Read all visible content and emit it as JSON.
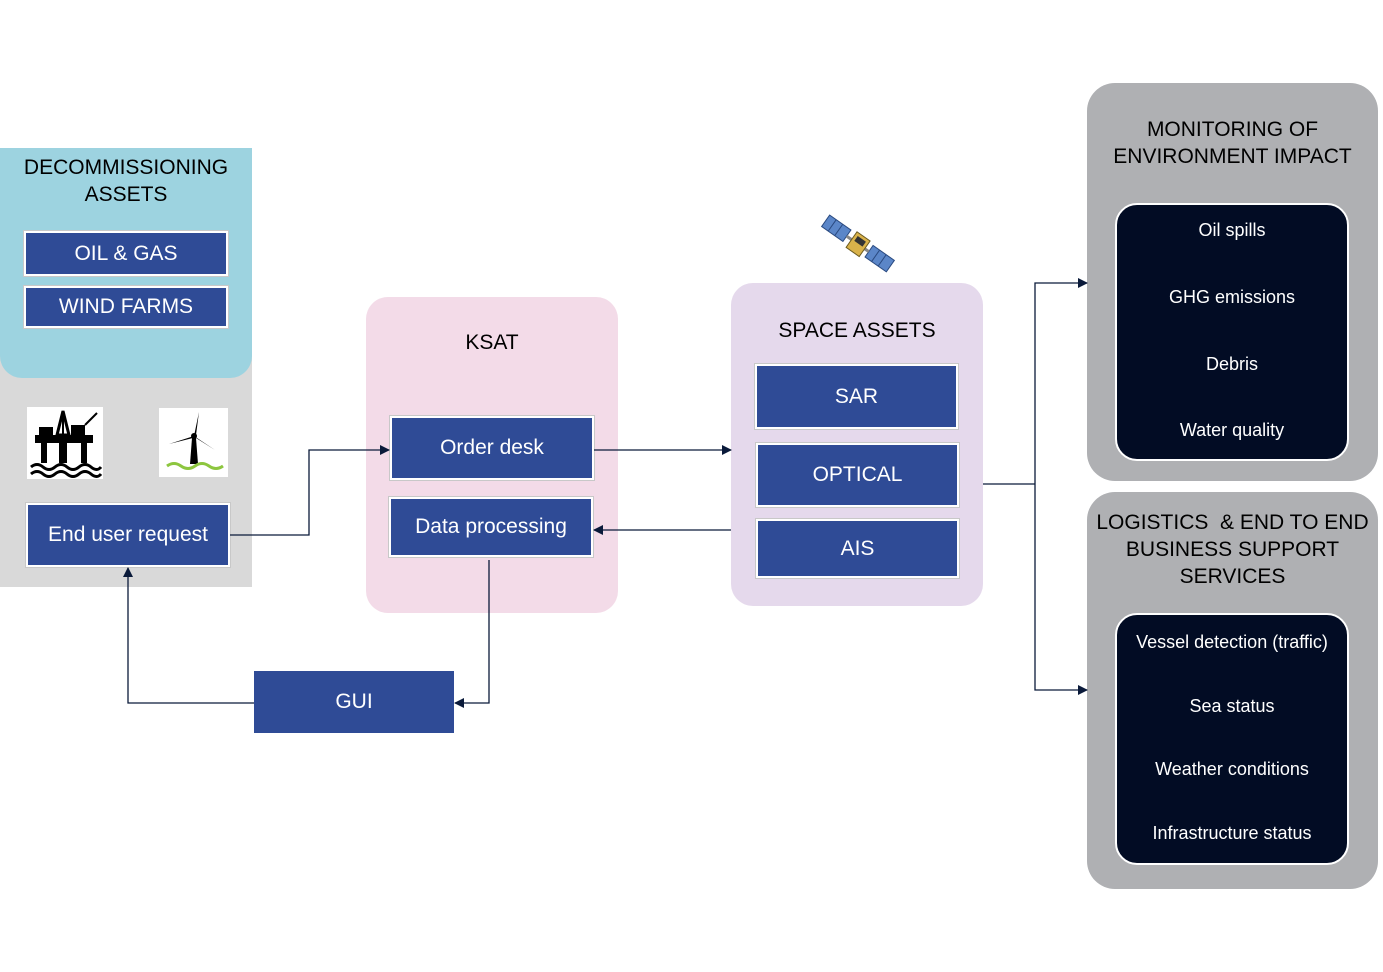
{
  "decommissioning": {
    "title_line1": "DECOMMISSIONING",
    "title_line2": "ASSETS",
    "items": [
      "OIL & GAS",
      "WIND FARMS"
    ],
    "request_label": "End user request",
    "icons": [
      "oil-rig-icon",
      "wind-turbine-icon"
    ]
  },
  "ksat": {
    "title": "KSAT",
    "order_desk": "Order desk",
    "data_processing": "Data processing"
  },
  "space_assets": {
    "title": "SPACE ASSETS",
    "items": [
      "SAR",
      "OPTICAL",
      "AIS"
    ],
    "icon": "satellite-icon"
  },
  "gui": {
    "label": "GUI"
  },
  "monitoring": {
    "title_line1": "MONITORING OF",
    "title_line2": "ENVIRONMENT IMPACT",
    "items": [
      "Oil spills",
      "GHG emissions",
      "Debris",
      "Water quality"
    ]
  },
  "logistics": {
    "title_line1": "LOGISTICS  & END TO END",
    "title_line2": "BUSINESS SUPPORT",
    "title_line3": "SERVICES",
    "items": [
      "Vessel detection (traffic)",
      "Sea status",
      "Weather conditions",
      "Infrastructure status"
    ]
  },
  "colors": {
    "asset_blue": "#2f4b96",
    "decommissioning_bg": "#9dd3e0",
    "left_column_bg": "#d9d9d9",
    "ksat_bg": "#f3dbe8",
    "space_bg": "#e5d9ec",
    "service_grey": "#afb0b3",
    "service_dark": "#020c24",
    "arrow": "#0a1a3a"
  }
}
